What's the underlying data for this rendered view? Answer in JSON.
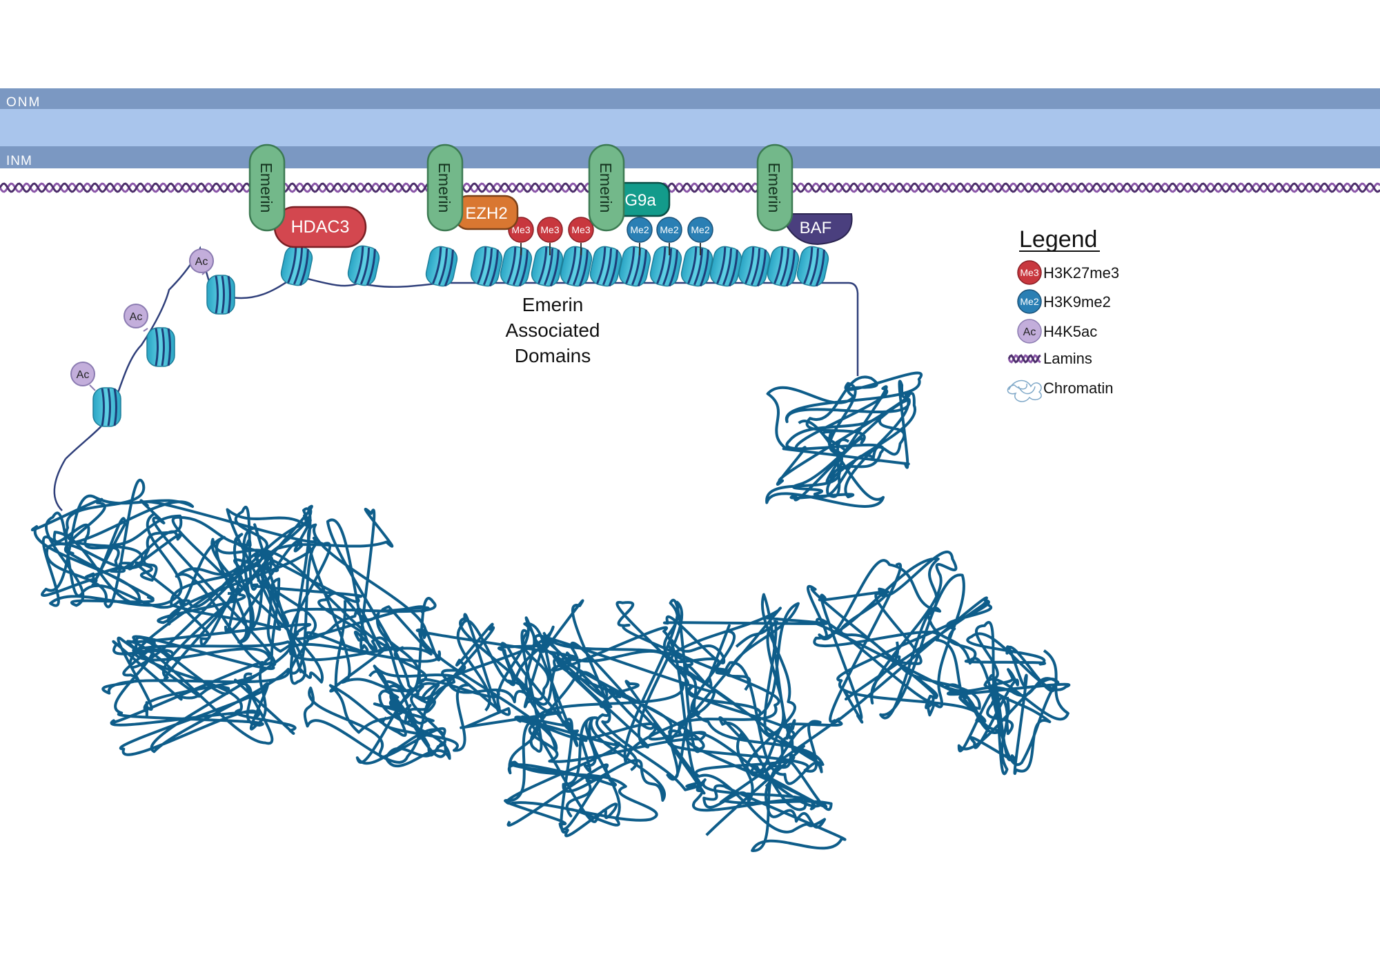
{
  "membrane": {
    "onm_label": "ONM",
    "inm_label": "INM"
  },
  "proteins": {
    "emerin_label": "Emerin",
    "hdac3_label": "HDAC3",
    "ezh2_label": "EZH2",
    "g9a_label": "G9a",
    "baf_label": "BAF"
  },
  "marks": {
    "me3_label": "Me3",
    "me2_label": "Me2",
    "ac_label": "Ac"
  },
  "domain_caption": {
    "line1": "Emerin",
    "line2": "Associated",
    "line3": "Domains"
  },
  "legend": {
    "title": "Legend",
    "items": [
      {
        "icon": "Me3",
        "label": "H3K27me3"
      },
      {
        "icon": "Me2",
        "label": "H3K9me2"
      },
      {
        "icon": "Ac",
        "label": "H4K5ac"
      },
      {
        "icon": "lamin-icon",
        "label": "Lamins"
      },
      {
        "icon": "chromatin-icon",
        "label": "Chromatin"
      }
    ]
  },
  "colors": {
    "membrane_dark": "#7b98c2",
    "membrane_light": "#a9c5ec",
    "emerin": "#73b88a",
    "hdac3": "#d3474f",
    "ezh2": "#d97731",
    "g9a": "#139b8b",
    "baf": "#4a3f7e",
    "me3": "#c8373e",
    "me2": "#2a7fb4",
    "ac": "#c3aedb",
    "nucleosome": "#4cc0d8",
    "chromatin": "#0e5d8a",
    "lamin": "#8a56a8"
  }
}
